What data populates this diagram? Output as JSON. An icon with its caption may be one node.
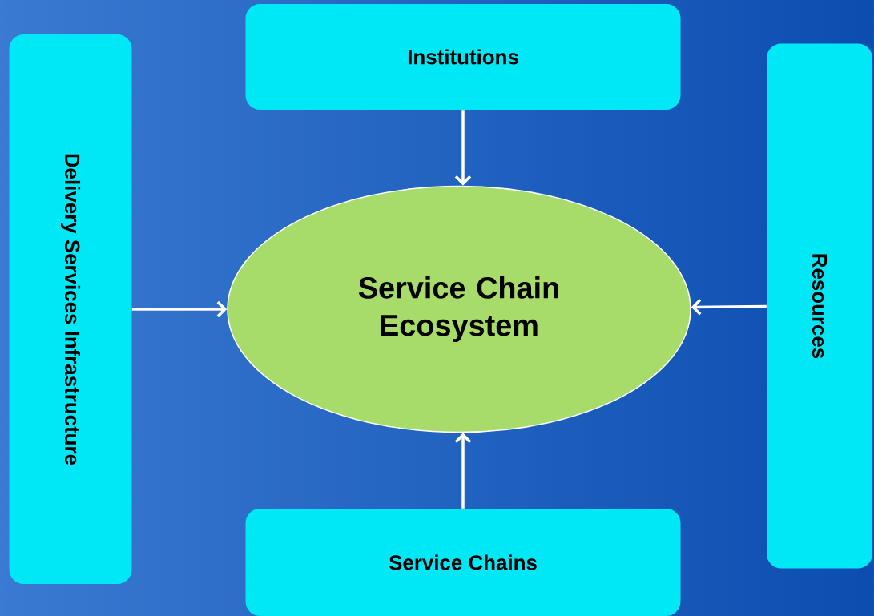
{
  "diagram": {
    "nodes": [
      {
        "text": [
          "Institutions"
        ]
      },
      {
        "text": [
          "Delivery Services Infrastructure"
        ]
      },
      {
        "text": [
          "Service Chain Ecosystem"
        ]
      },
      {
        "text": [
          "Resources"
        ]
      },
      {
        "text": [
          "Service Chains"
        ]
      }
    ],
    "edges": [
      {
        "from": 0,
        "to": 2,
        "arrow": "to"
      },
      {
        "from": 1,
        "to": 2,
        "arrow": "to"
      },
      {
        "from": 3,
        "to": 2,
        "arrow": "to"
      },
      {
        "from": 4,
        "to": 2,
        "arrow": "to"
      }
    ]
  }
}
